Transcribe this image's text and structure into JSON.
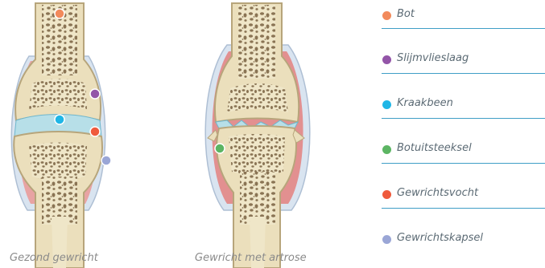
{
  "diagram": {
    "left_caption": "Gezond gewricht",
    "right_caption": "Gewricht met artrose"
  },
  "legend": [
    {
      "label": "Bot",
      "color": "#f28a5b",
      "key": "bone"
    },
    {
      "label": "Slijmvlieslaag",
      "color": "#9355a8",
      "key": "synovium"
    },
    {
      "label": "Kraakbeen",
      "color": "#1fb6e6",
      "key": "cartilage"
    },
    {
      "label": "Botuitsteeksel",
      "color": "#5cb563",
      "key": "osteophyte"
    },
    {
      "label": "Gewrichtsvocht",
      "color": "#ef5a3c",
      "key": "fluid"
    },
    {
      "label": "Gewrichtskapsel",
      "color": "#9aa6d6",
      "key": "capsule"
    }
  ],
  "colors": {
    "bone": "#e9dcb8",
    "bone_outline": "#b7a57b",
    "spongy": "#8a7454",
    "capsule": "#d7e2ef",
    "synovium": "#e9a6a6",
    "cartilage": "#b9dfe8",
    "divider": "#3f9ec6"
  }
}
